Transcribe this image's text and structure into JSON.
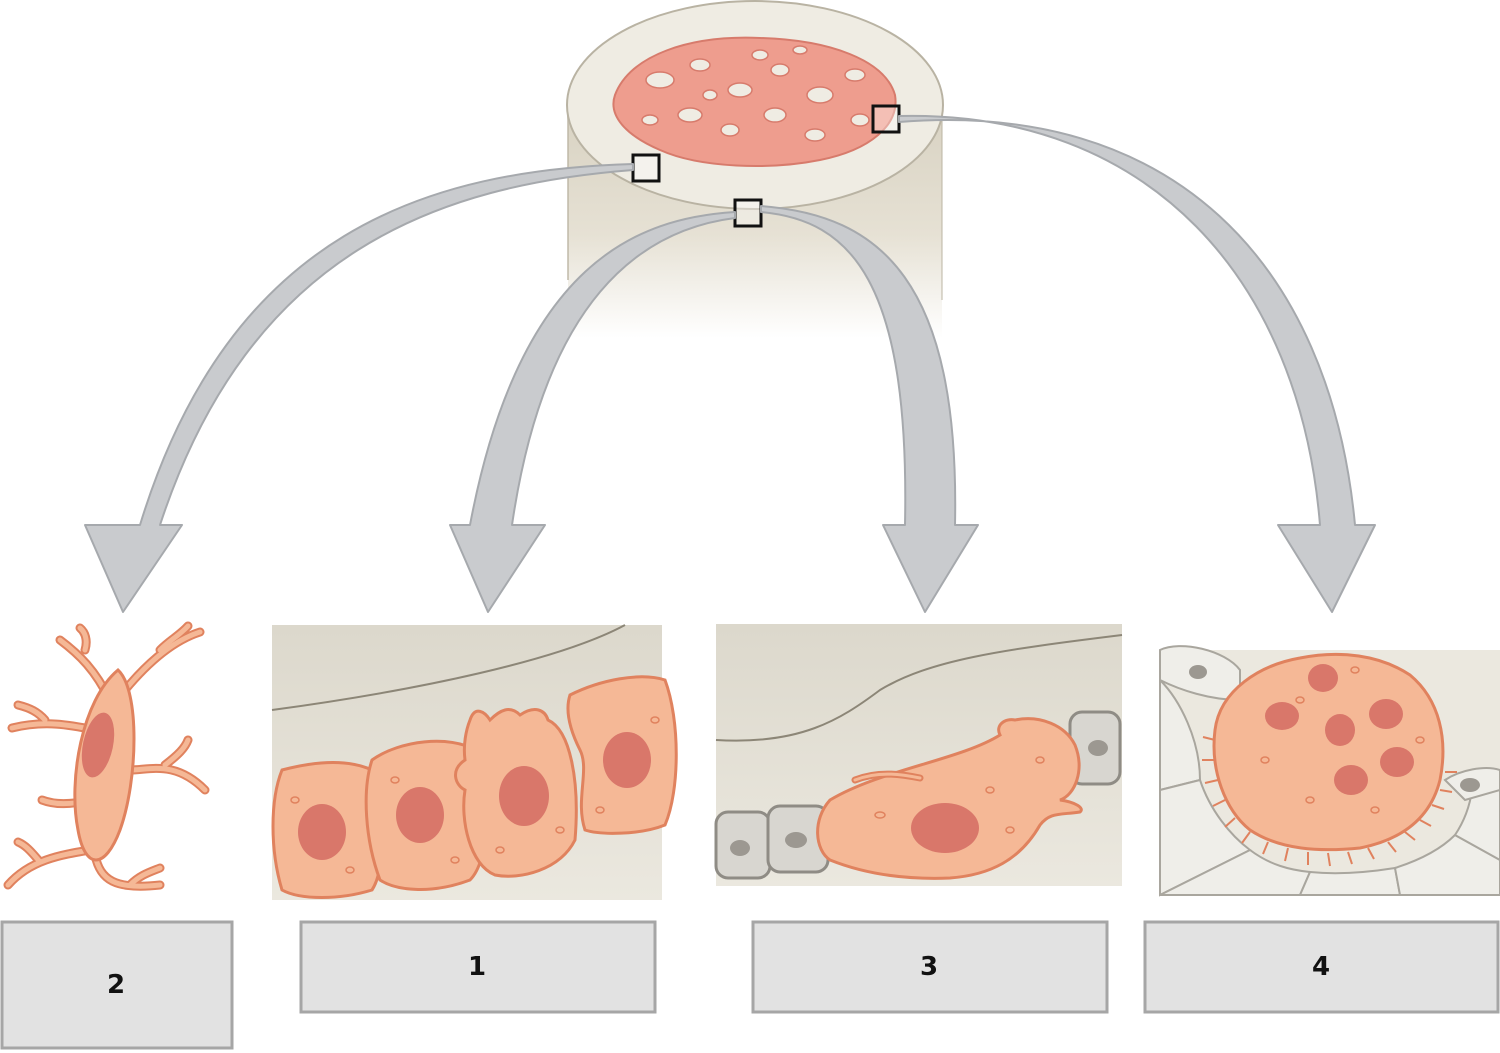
{
  "labels": [
    {
      "id": "box-a",
      "text": "2"
    },
    {
      "id": "box-b",
      "text": "1"
    },
    {
      "id": "box-c",
      "text": "3"
    },
    {
      "id": "box-d",
      "text": "4"
    }
  ],
  "colors": {
    "arrow_fill": "#c9cbce",
    "arrow_stroke": "#a6a9ad",
    "cell_fill": "#f5b896",
    "cell_stroke": "#e0825e",
    "nucleus": "#d9776a",
    "bone_surface": "#efece3",
    "bone_side": "#dcd7c8",
    "spongy": "#ee9d8e",
    "matrix_bg": "#e2ded3",
    "label_fill": "#e2e2e2",
    "label_stroke": "#a6a6a6"
  }
}
